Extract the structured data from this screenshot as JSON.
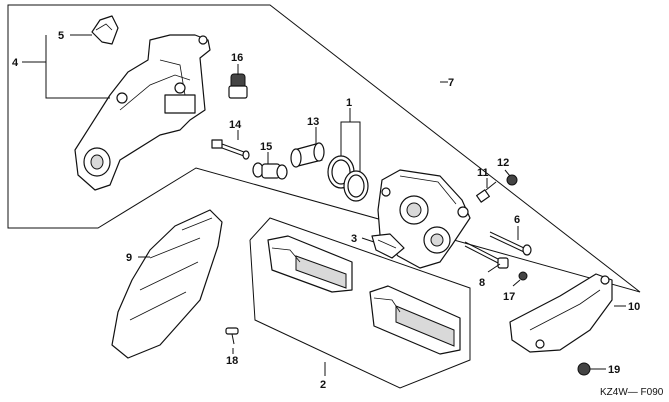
{
  "diagram_code": "KZ4W— F090",
  "callouts": {
    "c1": "1",
    "c2": "2",
    "c3": "3",
    "c4": "4",
    "c5": "5",
    "c6": "6",
    "c7": "7",
    "c8": "8",
    "c9": "9",
    "c10": "10",
    "c11": "11",
    "c12": "12",
    "c13": "13",
    "c14": "14",
    "c15": "15",
    "c16": "16",
    "c17": "17",
    "c18": "18",
    "c19": "19"
  }
}
